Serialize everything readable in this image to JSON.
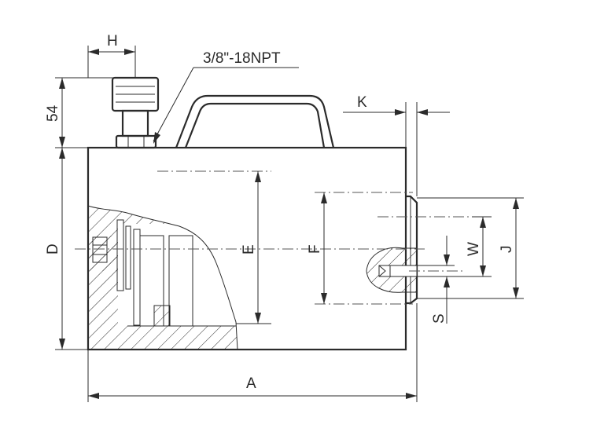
{
  "labels": {
    "H": "H",
    "thread": "3/8\"-18NPT",
    "dim_54": "54",
    "K": "K",
    "D": "D",
    "E": "E",
    "F": "F",
    "W": "W",
    "J": "J",
    "S": "S",
    "A": "A"
  },
  "colors": {
    "line": "#2b2b2b",
    "background": "#ffffff"
  }
}
